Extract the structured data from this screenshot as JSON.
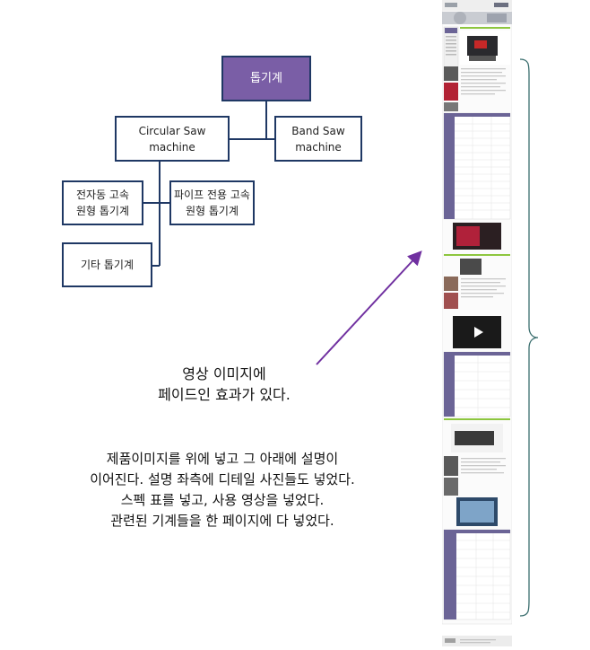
{
  "tree": {
    "root": "톱기계",
    "circular": "Circular Saw\nmachine",
    "band": "Band Saw\nmachine",
    "servo": "전자동 고속\n원형 톱기계",
    "pipe": "파이프 전용 고속\n원형 톱기계",
    "other": "기타 톱기계"
  },
  "notes": {
    "fade": "영상 이미지에\n페이드인 효과가 있다.",
    "layout": "제품이미지를 위에 넣고 그 아래에 설명이\n이어진다. 설명 좌측에 디테일 사진들도 넣었다.\n스펙 표를 넣고, 사용 영상을 넣었다.\n관련된 기계들을 한 페이지에 다 넣었다."
  },
  "colors": {
    "root_fill": "#7a5ea6",
    "box_border": "#1f3864",
    "arrow": "#7030a0",
    "brace": "#3a6e6e",
    "table_header": "#6b6496",
    "accent_green": "#8dc63f"
  }
}
